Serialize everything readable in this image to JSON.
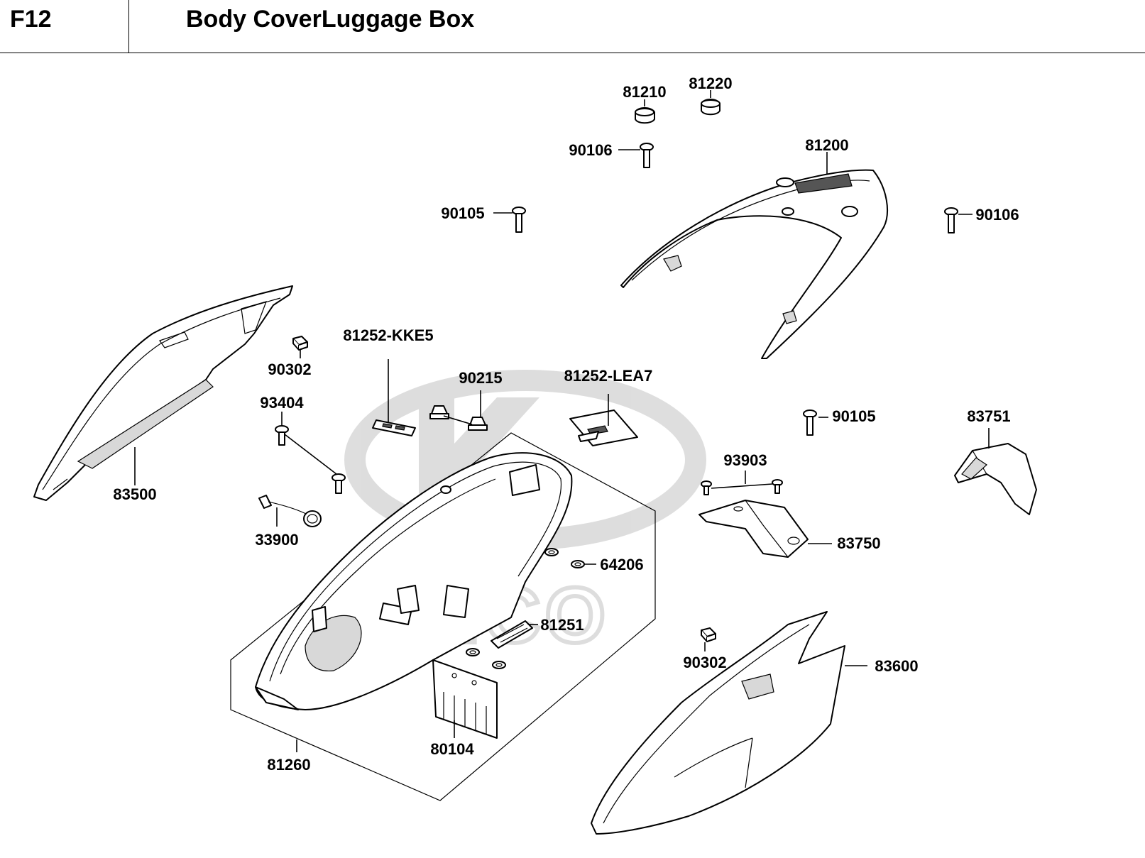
{
  "header": {
    "code": "F12",
    "title": "Body CoverLuggage Box"
  },
  "labels": {
    "p81210": "81210",
    "p81220": "81220",
    "p90106a": "90106",
    "p81200": "81200",
    "p90105a": "90105",
    "p90106b": "90106",
    "p81252kke5": "81252-KKE5",
    "p90302a": "90302",
    "p90215": "90215",
    "p81252lea7": "81252-LEA7",
    "p93404": "93404",
    "p90105b": "90105",
    "p83751": "83751",
    "p83500": "83500",
    "p93903": "93903",
    "p33900": "33900",
    "p83750": "83750",
    "p64206": "64206",
    "p81251": "81251",
    "p90302b": "90302",
    "p83600": "83600",
    "p80104": "80104",
    "p81260": "81260"
  },
  "icons": {
    "watermark": "kymco-logo-watermark"
  }
}
